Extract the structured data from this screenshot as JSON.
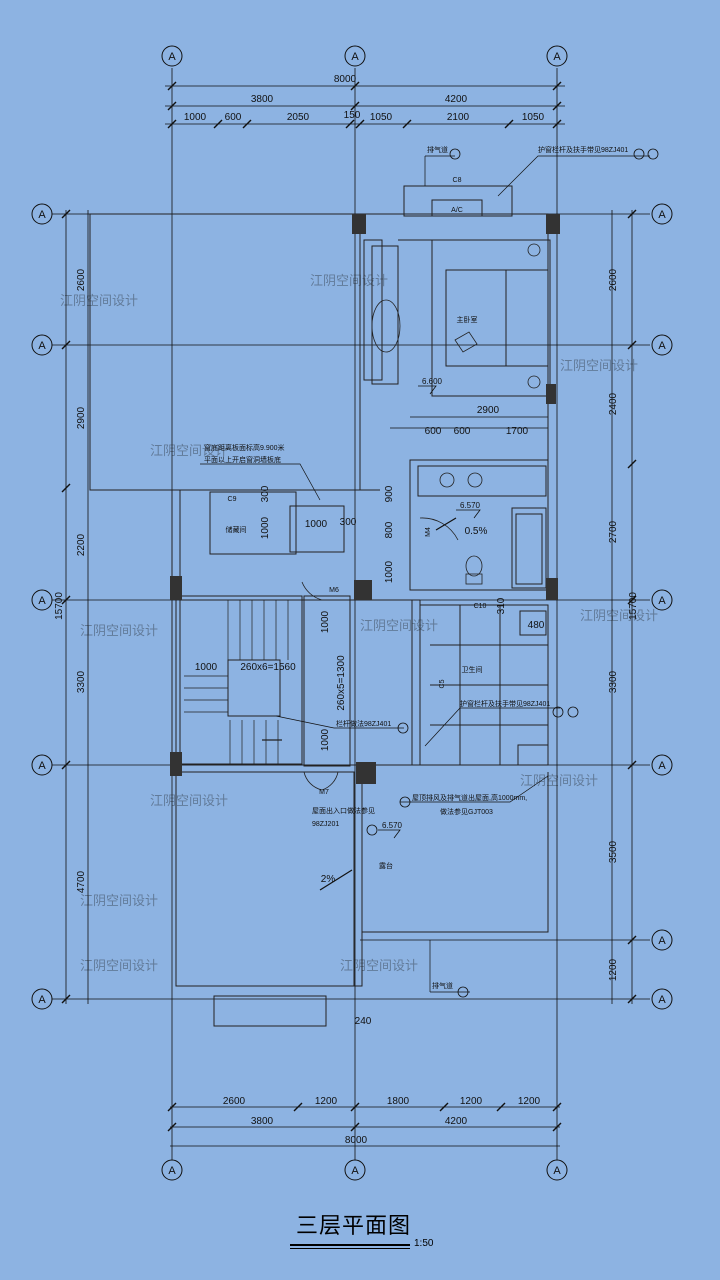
{
  "title": "三层平面图",
  "scale": "1:50",
  "colors": {
    "background": "#8db3e2",
    "line": "#111111",
    "wall": "#333333"
  },
  "axes": {
    "top_markers": [
      "A",
      "A",
      "A"
    ],
    "bottom_markers": [
      "A",
      "A",
      "A"
    ],
    "left_markers": [
      "A",
      "A",
      "A",
      "A",
      "A"
    ],
    "right_markers": [
      "A",
      "A",
      "A",
      "A",
      "A",
      "A"
    ]
  },
  "dims": {
    "top_total": "8000",
    "top_level2": [
      "3800",
      "4200"
    ],
    "top_level3": [
      "1000",
      "600",
      "2050",
      "150",
      "1050",
      "2100",
      "1050"
    ],
    "bottom_level1": [
      "2600",
      "1200",
      "1800",
      "1200",
      "1200"
    ],
    "bottom_level2": [
      "3800",
      "4200"
    ],
    "bottom_total": "8000",
    "left_vertical": [
      "2600",
      "2900",
      "2200",
      "3300",
      "4700"
    ],
    "left_total": "15700",
    "right_vertical": [
      "2600",
      "2400",
      "2700",
      "3300",
      "3500",
      "1200"
    ],
    "right_total": "15700",
    "bath_row_top": "2900",
    "bath_row": [
      "600",
      "600",
      "1700"
    ],
    "interior": [
      "900",
      "1000",
      "300",
      "800",
      "1000",
      "1000",
      "1000",
      "300",
      "1000",
      "310",
      "480",
      "240"
    ],
    "stair_text_h": "260x6=1560",
    "stair_text_v": "260x5=1300",
    "stair_1000": "1000",
    "level_6600": "6.600",
    "level_6570": "6.570",
    "level_6570b": "6.570",
    "slope_05": "0.5%",
    "slope_2": "2%"
  },
  "labels": {
    "ac": "A/C",
    "c8": "C8",
    "c9": "C9",
    "c10": "C10",
    "c5": "C5",
    "m4": "M4",
    "m6": "M6",
    "m7": "M7",
    "room_bedroom": "主卧室",
    "room_storage": "储藏间",
    "room_terrace": "露台",
    "room_bath": "卫生间",
    "note_rail1": "护窗栏杆及扶手带见98ZJ401",
    "note_rail2": "护窗栏杆及扶手带见98ZJ401",
    "note_rail3": "栏杆做法98ZJ401",
    "note_drain": "排气道",
    "note_drain2": "排气道",
    "note_window": "窗底距离板面标高9.900米",
    "note_window2": "平面以上开启窗洞墙板底",
    "note_entrance": "屋面出入口做法参见",
    "note_entrance2": "98ZJ201",
    "note_vent": "屋顶排风及排气道出屋面,高1000mm,",
    "note_vent2": "做法参见GJT003",
    "watermark": "江阴空间设计"
  }
}
